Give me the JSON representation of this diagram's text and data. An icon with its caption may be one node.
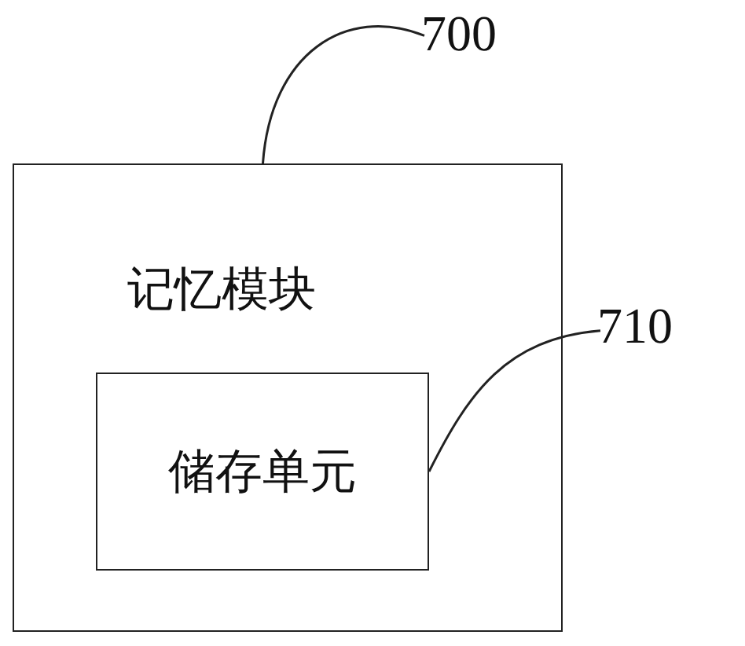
{
  "diagram": {
    "nodes": [
      {
        "text": [
          "记忆模块"
        ]
      },
      {
        "text": [
          "储存单元"
        ],
        "in": 0
      },
      {
        "text": [
          "700"
        ]
      },
      {
        "text": [
          "710"
        ]
      }
    ],
    "edges": [
      {
        "from": 2,
        "to": 0,
        "arrow": "none"
      },
      {
        "from": 3,
        "to": 1,
        "arrow": "none"
      }
    ]
  }
}
